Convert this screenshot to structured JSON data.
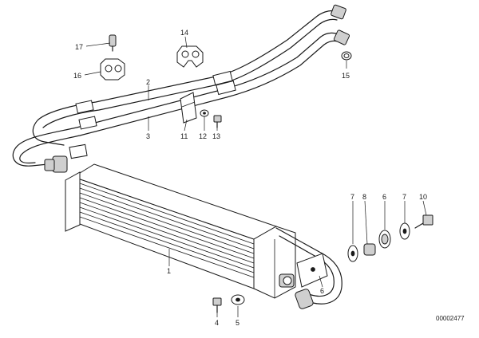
{
  "callouts": {
    "c1": "1",
    "c2": "2",
    "c3": "3",
    "c4": "4",
    "c5": "5",
    "c6a": "6",
    "c6b": "6",
    "c7a": "7",
    "c7b": "7",
    "c8": "8",
    "c10": "10",
    "c11": "11",
    "c12": "12",
    "c13": "13",
    "c14": "14",
    "c15": "15",
    "c16": "16",
    "c17": "17"
  },
  "reference_number": "00002477"
}
